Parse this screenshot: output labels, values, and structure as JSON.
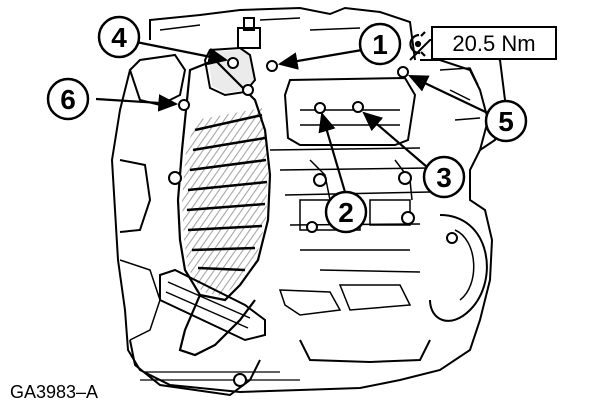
{
  "figure_id": "GA3983–A",
  "torque_spec": "20.5 Nm",
  "callouts": [
    "1",
    "2",
    "3",
    "4",
    "5",
    "6"
  ],
  "icons": {
    "torque_wrench": "torque-wrench-icon"
  },
  "colors": {
    "ink": "#000000",
    "paper": "#ffffff"
  }
}
